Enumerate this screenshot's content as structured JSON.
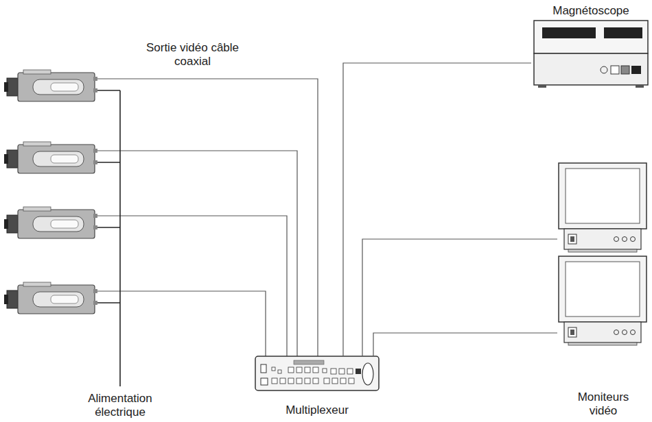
{
  "diagram": {
    "nodes": [
      {
        "text": [
          "Magnétoscope"
        ]
      },
      {
        "text": [
          "Multiplexeur"
        ]
      },
      {
        "text": [
          "Moniteurs vidéo"
        ]
      }
    ],
    "edges": [
      {
        "from": 1,
        "to": 0,
        "arrow": "none"
      },
      {
        "from": 1,
        "to": 2,
        "arrow": "none"
      },
      {
        "from": 1,
        "to": 2,
        "arrow": "none"
      }
    ],
    "labels": [
      "Sortie vidéo câble coaxial",
      "Alimentation électrique"
    ]
  }
}
